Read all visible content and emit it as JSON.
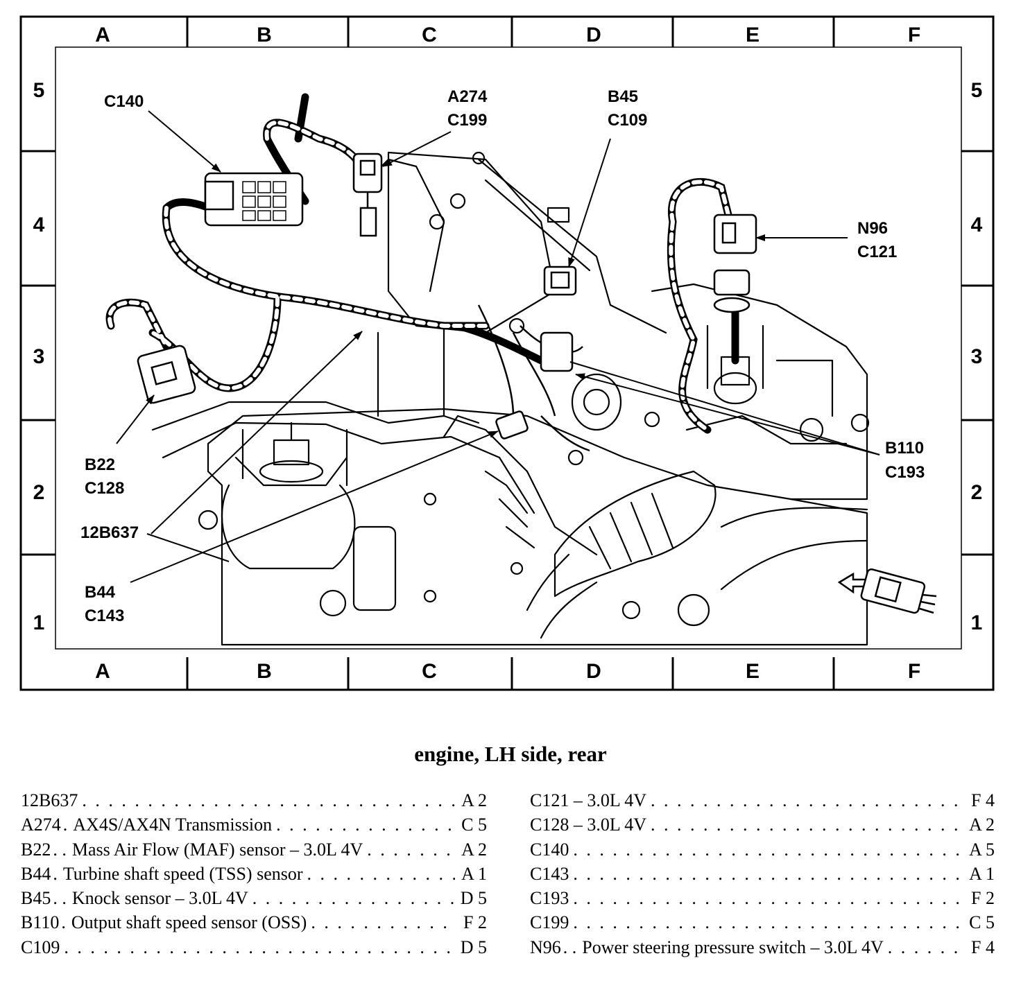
{
  "grid": {
    "columns": [
      "A",
      "B",
      "C",
      "D",
      "E",
      "F"
    ],
    "rows": [
      "5",
      "4",
      "3",
      "2",
      "1"
    ]
  },
  "callouts": {
    "c140": "C140",
    "a274": "A274",
    "c199": "C199",
    "b45": "B45",
    "c109": "C109",
    "n96": "N96",
    "c121": "C121",
    "b22": "B22",
    "c128": "C128",
    "b110": "B110",
    "c193": "C193",
    "p12b637": "12B637",
    "b44": "B44",
    "c143": "C143"
  },
  "caption": "engine, LH side, rear",
  "legend_left": [
    {
      "code": "12B637",
      "sep": "",
      "desc": "",
      "loc": "A 2"
    },
    {
      "code": "A274",
      "sep": ".",
      "desc": "AX4S/AX4N Transmission",
      "loc": "C 5"
    },
    {
      "code": "B22",
      "sep": ". .",
      "desc": "Mass Air Flow (MAF) sensor – 3.0L 4V",
      "loc": "A 2"
    },
    {
      "code": "B44",
      "sep": ".",
      "desc": "Turbine shaft speed (TSS) sensor",
      "loc": "A 1"
    },
    {
      "code": "B45",
      "sep": ". .",
      "desc": "Knock sensor – 3.0L 4V",
      "loc": "D 5"
    },
    {
      "code": "B110",
      "sep": ".",
      "desc": "Output shaft speed sensor (OSS)",
      "loc": "F 2"
    },
    {
      "code": "C109",
      "sep": "",
      "desc": "",
      "loc": "D 5"
    }
  ],
  "legend_right": [
    {
      "code": "C121 – 3.0L 4V",
      "sep": "",
      "desc": "",
      "loc": "F 4"
    },
    {
      "code": "C128 – 3.0L 4V",
      "sep": "",
      "desc": "",
      "loc": "A 2"
    },
    {
      "code": "C140",
      "sep": "",
      "desc": "",
      "loc": "A 5"
    },
    {
      "code": "C143",
      "sep": "",
      "desc": "",
      "loc": "A 1"
    },
    {
      "code": "C193",
      "sep": "",
      "desc": "",
      "loc": "F 2"
    },
    {
      "code": "C199",
      "sep": "",
      "desc": "",
      "loc": "C 5"
    },
    {
      "code": "N96",
      "sep": ". .",
      "desc": "Power steering pressure switch – 3.0L 4V",
      "loc": "F 4"
    }
  ]
}
